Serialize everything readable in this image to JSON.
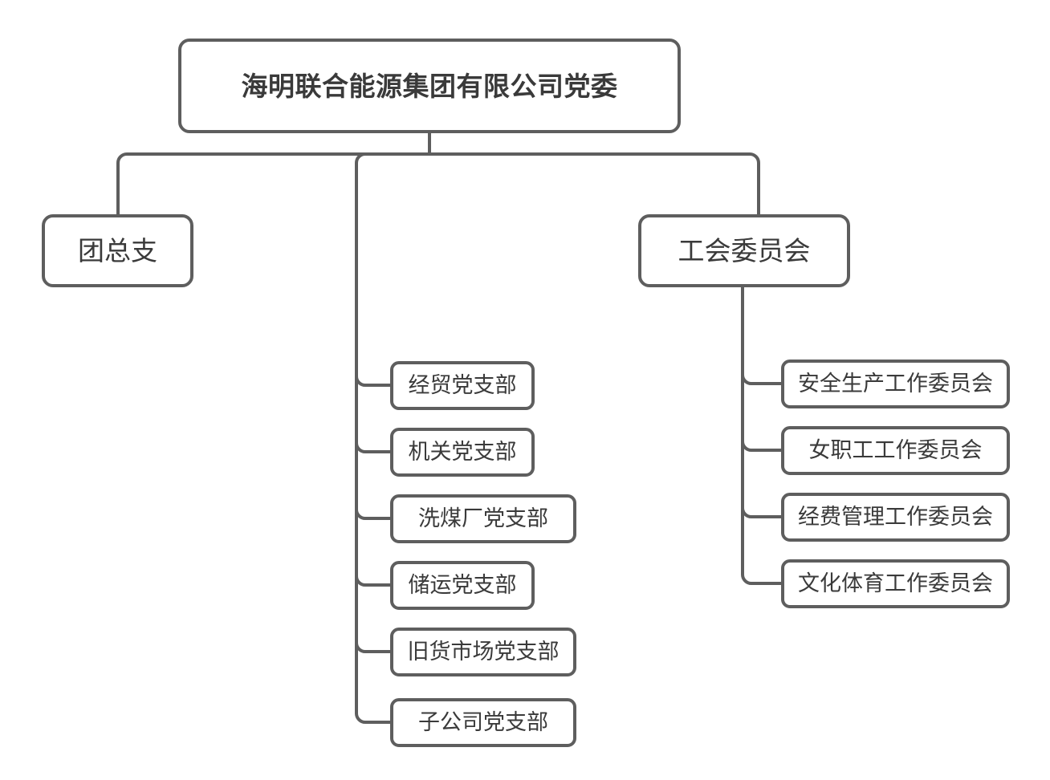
{
  "diagram": {
    "title_text": "海明联合能源集团有限公司党委",
    "stroke_color": "#5e5e5e",
    "text_color": "#3a3a3a",
    "background_color": "#ffffff",
    "root": {
      "label": "海明联合能源集团有限公司党委"
    },
    "level2": {
      "left": {
        "label": "团总支"
      },
      "right": {
        "label": "工会委员会"
      }
    },
    "middle_branches": [
      {
        "label": "经贸党支部"
      },
      {
        "label": "机关党支部"
      },
      {
        "label": "洗煤厂党支部"
      },
      {
        "label": "储运党支部"
      },
      {
        "label": "旧货市场党支部"
      },
      {
        "label": "子公司党支部"
      }
    ],
    "union_branches": [
      {
        "label": "安全生产工作委员会"
      },
      {
        "label": "女职工工作委员会"
      },
      {
        "label": "经费管理工作委员会"
      },
      {
        "label": "文化体育工作委员会"
      }
    ]
  }
}
